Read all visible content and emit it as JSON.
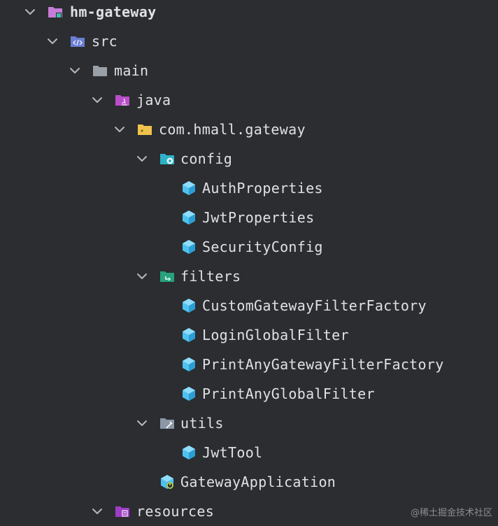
{
  "project_tree": {
    "root": {
      "label": "hm-gateway",
      "icon": "module-folder-icon"
    },
    "src": {
      "label": "src",
      "icon": "source-folder-icon"
    },
    "main": {
      "label": "main",
      "icon": "folder-icon"
    },
    "java": {
      "label": "java",
      "icon": "java-source-root-icon"
    },
    "package": {
      "label": "com.hmall.gateway",
      "icon": "package-folder-icon"
    },
    "config": {
      "label": "config",
      "icon": "config-folder-icon",
      "items": [
        "AuthProperties",
        "JwtProperties",
        "SecurityConfig"
      ]
    },
    "filters": {
      "label": "filters",
      "icon": "filters-folder-icon",
      "items": [
        "CustomGatewayFilterFactory",
        "LoginGlobalFilter",
        "PrintAnyGatewayFilterFactory",
        "PrintAnyGlobalFilter"
      ]
    },
    "utils": {
      "label": "utils",
      "icon": "utils-folder-icon",
      "items": [
        "JwtTool"
      ]
    },
    "app_class": {
      "label": "GatewayApplication",
      "icon": "spring-boot-class-icon"
    },
    "resources": {
      "label": "resources",
      "icon": "resources-folder-icon"
    }
  },
  "watermark": "@稀土掘金技术社区",
  "colors": {
    "background": "#2b2d30",
    "text": "#dfe1e5",
    "chevron": "#b4b8bf",
    "class_icon": "#4fc1f0",
    "module_folder": "#c77dd7",
    "source_folder": "#6b7ed3",
    "plain_folder": "#9aa0a8",
    "java_folder": "#b94ec9",
    "package_folder": "#f1c24c",
    "config_folder": "#2fb2c7",
    "filters_folder": "#27a27c",
    "utils_folder": "#8b97a6",
    "resources_folder": "#9d3dc4"
  }
}
